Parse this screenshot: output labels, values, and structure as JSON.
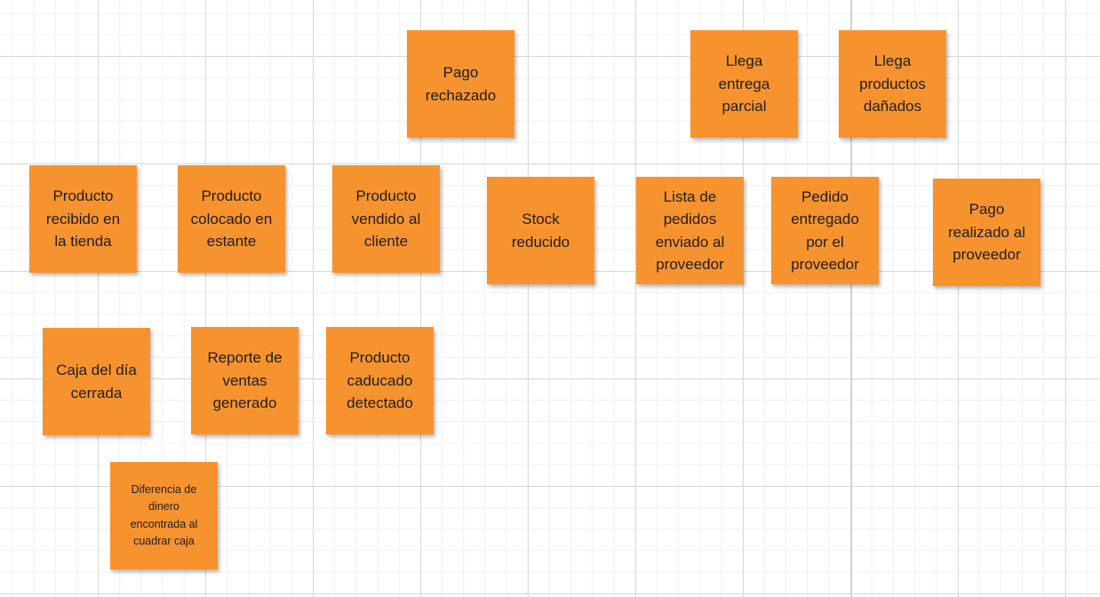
{
  "board": {
    "notes": [
      {
        "id": "pago-rechazado",
        "text": "Pago\nrechazado"
      },
      {
        "id": "llega-entrega-parcial",
        "text": "Llega\nentrega\nparcial"
      },
      {
        "id": "llega-productos-danados",
        "text": "Llega\nproductos\ndañados"
      },
      {
        "id": "producto-recibido",
        "text": "Producto\nrecibido en\nla tienda"
      },
      {
        "id": "producto-colocado",
        "text": "Producto\ncolocado en\nestante"
      },
      {
        "id": "producto-vendido",
        "text": "Producto\nvendido al\ncliente"
      },
      {
        "id": "stock-reducido",
        "text": "Stock\nreducido"
      },
      {
        "id": "lista-pedidos",
        "text": "Lista de\npedidos\nenviado al\nproveedor"
      },
      {
        "id": "pedido-entregado",
        "text": "Pedido\nentregado\npor el\nproveedor"
      },
      {
        "id": "pago-realizado",
        "text": "Pago\nrealizado al\nproveedor"
      },
      {
        "id": "caja-cerrada",
        "text": "Caja del día\ncerrada"
      },
      {
        "id": "reporte-ventas",
        "text": "Reporte de\nventas\ngenerado"
      },
      {
        "id": "producto-caducado",
        "text": "Producto\ncaducado\ndetectado"
      },
      {
        "id": "diferencia-dinero",
        "text": "Diferencia de\ndinero\nencontrada al\ncuadrar caja"
      }
    ],
    "note_color": "#f7932f",
    "canvas_color": "#ffffff",
    "grid_color": "#d9d9d9"
  }
}
